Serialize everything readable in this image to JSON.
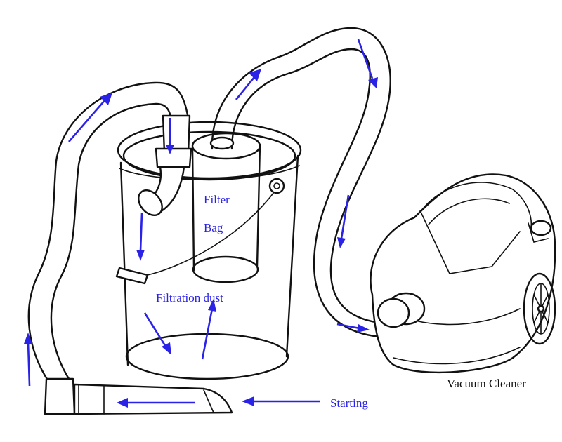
{
  "labels": {
    "filter_line1": "Filter",
    "filter_line2": "Bag",
    "filtration_dust": "Filtration dust",
    "vacuum_cleaner": "Vacuum Cleaner",
    "starting": "Starting"
  },
  "colors": {
    "arrow": "#2a22e6",
    "ink": "#111111",
    "background": "#ffffff"
  }
}
